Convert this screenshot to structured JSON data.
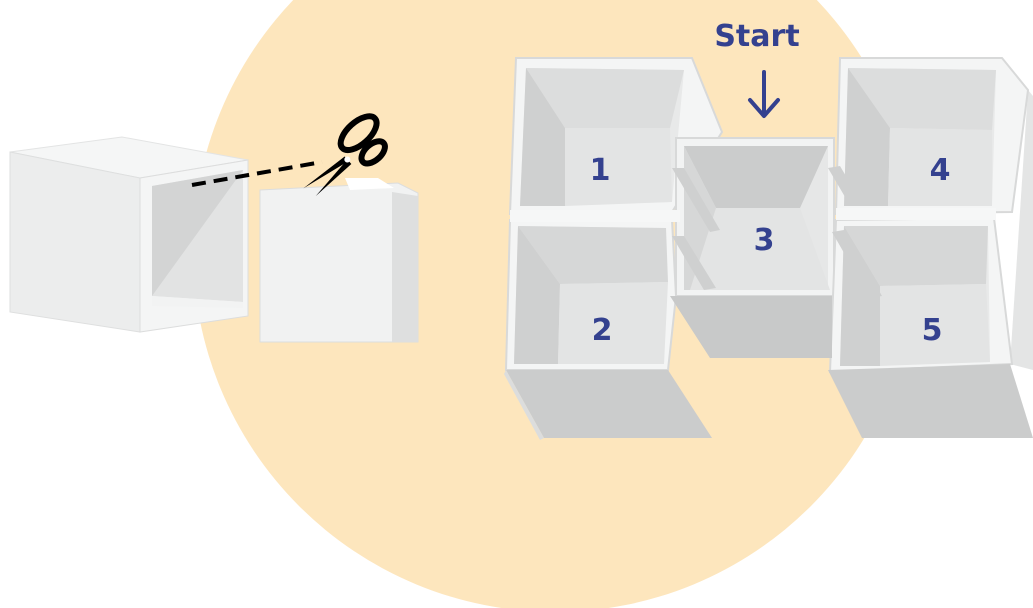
{
  "start_label": "Start",
  "rooms": [
    {
      "number": "1"
    },
    {
      "number": "2"
    },
    {
      "number": "3"
    },
    {
      "number": "4"
    },
    {
      "number": "5"
    }
  ],
  "icons": {
    "scissors": "scissors-icon",
    "arrow": "arrow-down-icon"
  },
  "colors": {
    "background_circle": "#fde6bd",
    "label_blue": "#34418f",
    "wall_white": "#f3f4f4",
    "wall_shade": "#d6d7d7",
    "floor": "#e7e8e8",
    "dark_wall": "#c9caca"
  }
}
